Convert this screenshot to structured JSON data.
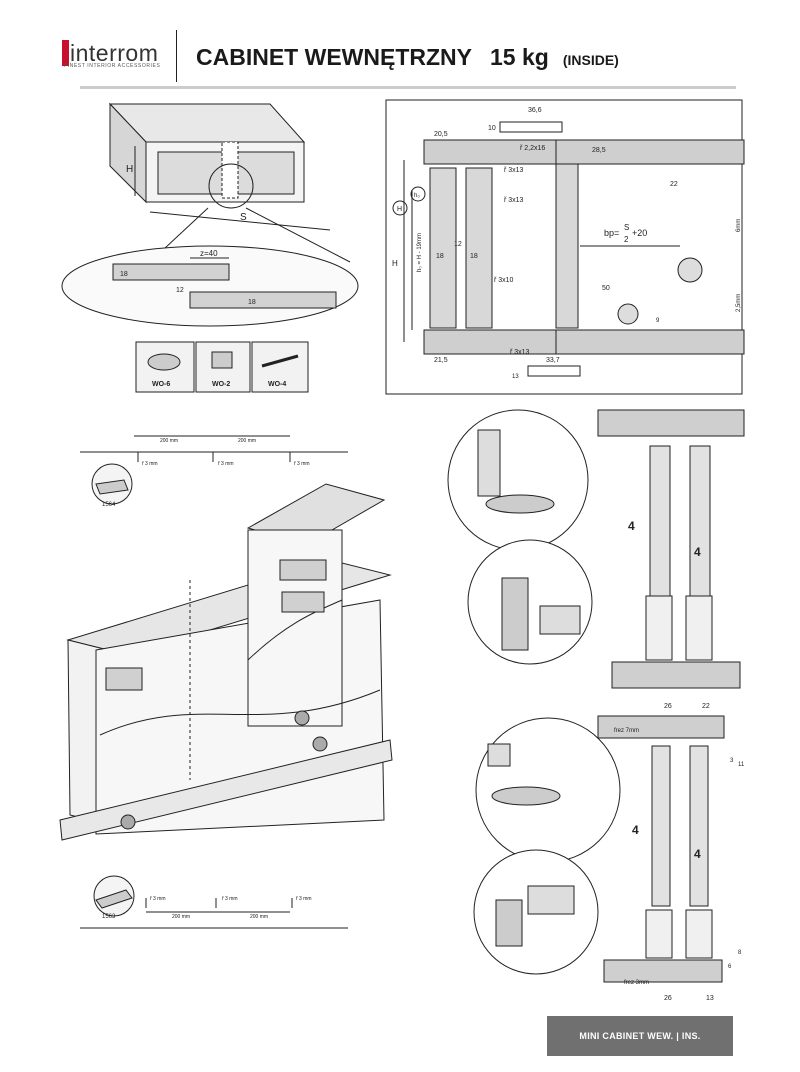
{
  "header": {
    "brand": "interrom",
    "brand_tagline": "FINEST INTERIOR ACCESSORIES",
    "title": "CABINET WEWNĘTRZNY",
    "load": "15 kg",
    "variant": "(INSIDE)"
  },
  "cabinet_view": {
    "dim_h": "H",
    "dim_s": "S",
    "overlap": "z=40",
    "panel": "18",
    "gap": "12"
  },
  "fittings": [
    {
      "code": "WO-6"
    },
    {
      "code": "WO-2"
    },
    {
      "code": "WO-4"
    }
  ],
  "section_top": {
    "d205": "20,5",
    "d10": "10",
    "d366": "36,6",
    "d285": "28,5",
    "d22": "22",
    "screw_a": "ř 2,2x16",
    "screw_b": "ř 3x13",
    "screw_c": "ř 3x13",
    "screw_d": "ř 3x10",
    "screw_e": "ř 3x13",
    "dim_h_circle": "H",
    "dim_h0_circle": "h₀",
    "dim_h_vert": "H",
    "dim_h0_formula": "h₀ = H - 19mm",
    "d18a": "18",
    "d12": "12",
    "d18b": "18",
    "d215": "21,5",
    "d337": "33,7",
    "d13": "13",
    "bp_label": "bp=",
    "bp_num": "S",
    "bp_den": "2",
    "bp_plus": "+20",
    "d6mm": "6mm",
    "d50": "50",
    "d9": "9",
    "d25mm": "2,5mm"
  },
  "top_rail": {
    "spacing1": "200 mm",
    "spacing2": "200 mm",
    "screw1": "ř 3 mm",
    "screw2": "ř 3 mm",
    "screw3": "ř 3 mm",
    "code": "1564"
  },
  "bottom_rail": {
    "spacing1": "200 mm",
    "spacing2": "200 mm",
    "screw1": "ř 3 mm",
    "screw2": "ř 3 mm",
    "screw3": "ř 3 mm",
    "code": "1563"
  },
  "detail_upper": {
    "gap1": "4",
    "gap2": "4"
  },
  "detail_lower": {
    "gap1": "4",
    "gap2": "4",
    "d26a": "26",
    "d22": "22",
    "frez_top": "frez 7mm",
    "d3": "3",
    "d11": "11",
    "d8": "8",
    "d6": "6",
    "frez_bottom": "frez 3mm",
    "d26b": "26",
    "d13": "13"
  },
  "footer": {
    "label": "MINI CABINET  WEW. | INS."
  }
}
